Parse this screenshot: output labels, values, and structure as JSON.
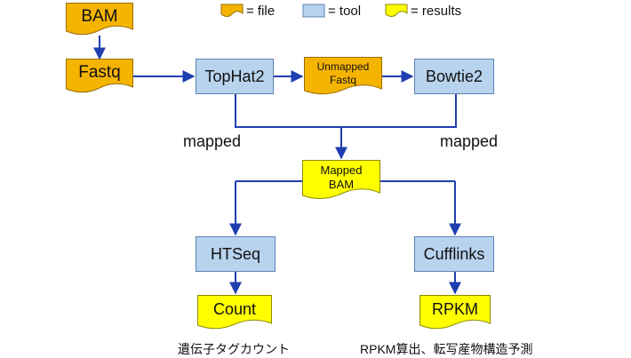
{
  "legend": [
    {
      "label": "= file",
      "color": "#f5b400"
    },
    {
      "label": "= tool",
      "color": "#b8d3ee"
    },
    {
      "label": "= results",
      "color": "#ffff00"
    }
  ],
  "nodes": {
    "bam": {
      "label": "BAM",
      "kind": "file"
    },
    "fastq": {
      "label": "Fastq",
      "kind": "file"
    },
    "tophat2": {
      "label": "TopHat2",
      "kind": "tool"
    },
    "unmapped_fastq": {
      "line1": "Unmapped",
      "line2": "Fastq",
      "kind": "file"
    },
    "bowtie2": {
      "label": "Bowtie2",
      "kind": "tool"
    },
    "mapped_bam": {
      "line1": "Mapped",
      "line2": "BAM",
      "kind": "results"
    },
    "htseq": {
      "label": "HTSeq",
      "kind": "tool"
    },
    "cufflinks": {
      "label": "Cufflinks",
      "kind": "tool"
    },
    "count": {
      "label": "Count",
      "kind": "results"
    },
    "rpkm": {
      "label": "RPKM",
      "kind": "results"
    }
  },
  "edge_labels": {
    "left": "mapped",
    "right": "mapped"
  },
  "captions": {
    "left": "遺伝子タグカウント",
    "right": "RPKM算出、転写産物構造予測"
  },
  "colors": {
    "file": "#f5b400",
    "tool": "#b8d3ee",
    "results": "#ffff00",
    "arrow": "#1f3fb0"
  }
}
